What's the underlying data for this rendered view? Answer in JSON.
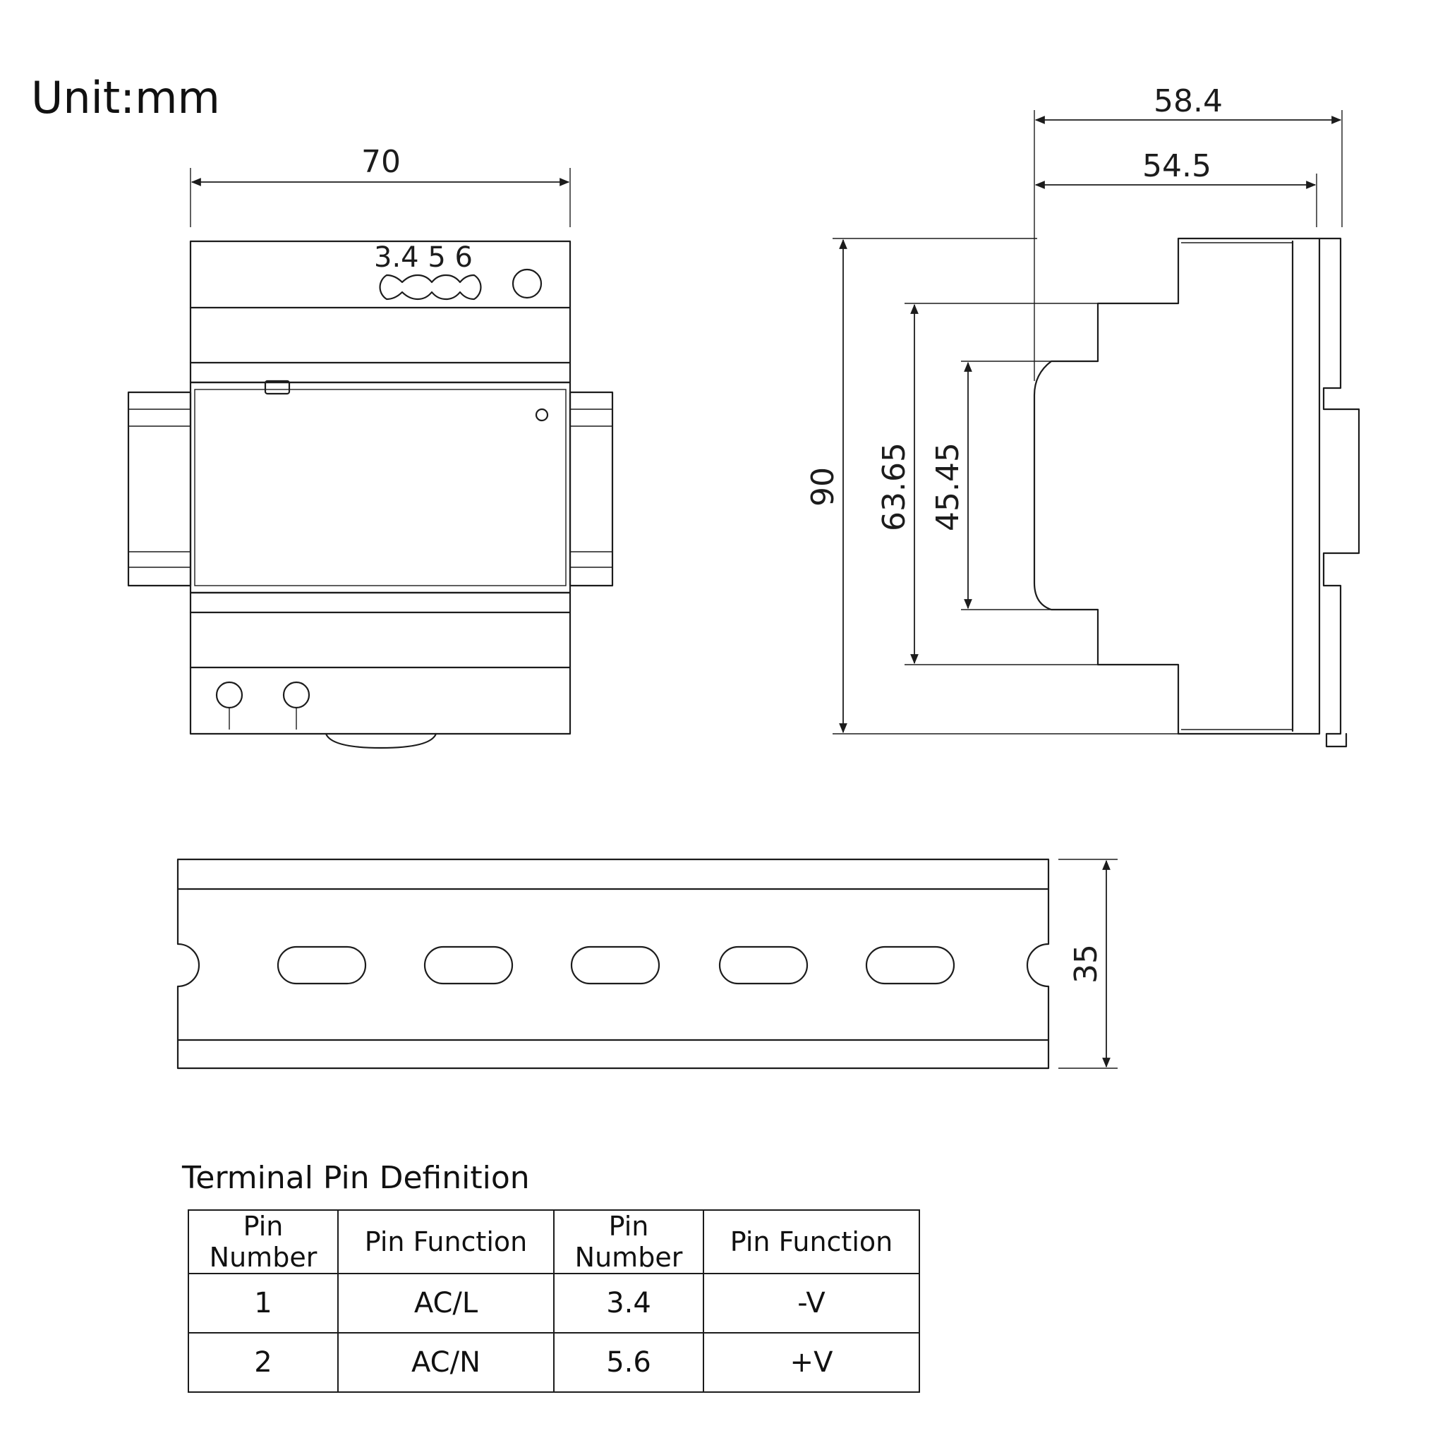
{
  "unit_label": "Unit:mm",
  "front_view": {
    "width_label": "70",
    "terminal_label": "3.4 5 6"
  },
  "side_view": {
    "depth_label_outer": "58.4",
    "depth_label_inner": "54.5",
    "height_label": "90",
    "step_label_1": "63.65",
    "step_label_2": "45.45"
  },
  "din_rail": {
    "height_label": "35"
  },
  "table": {
    "title": "Terminal Pin Definition",
    "headers": [
      "Pin Number",
      "Pin Function",
      "Pin Number",
      "Pin Function"
    ],
    "rows": [
      [
        "1",
        "AC/L",
        "3.4",
        "-V"
      ],
      [
        "2",
        "AC/N",
        "5.6",
        "+V"
      ]
    ]
  },
  "colors": {
    "line": "#1c1c1c",
    "background": "#ffffff"
  }
}
